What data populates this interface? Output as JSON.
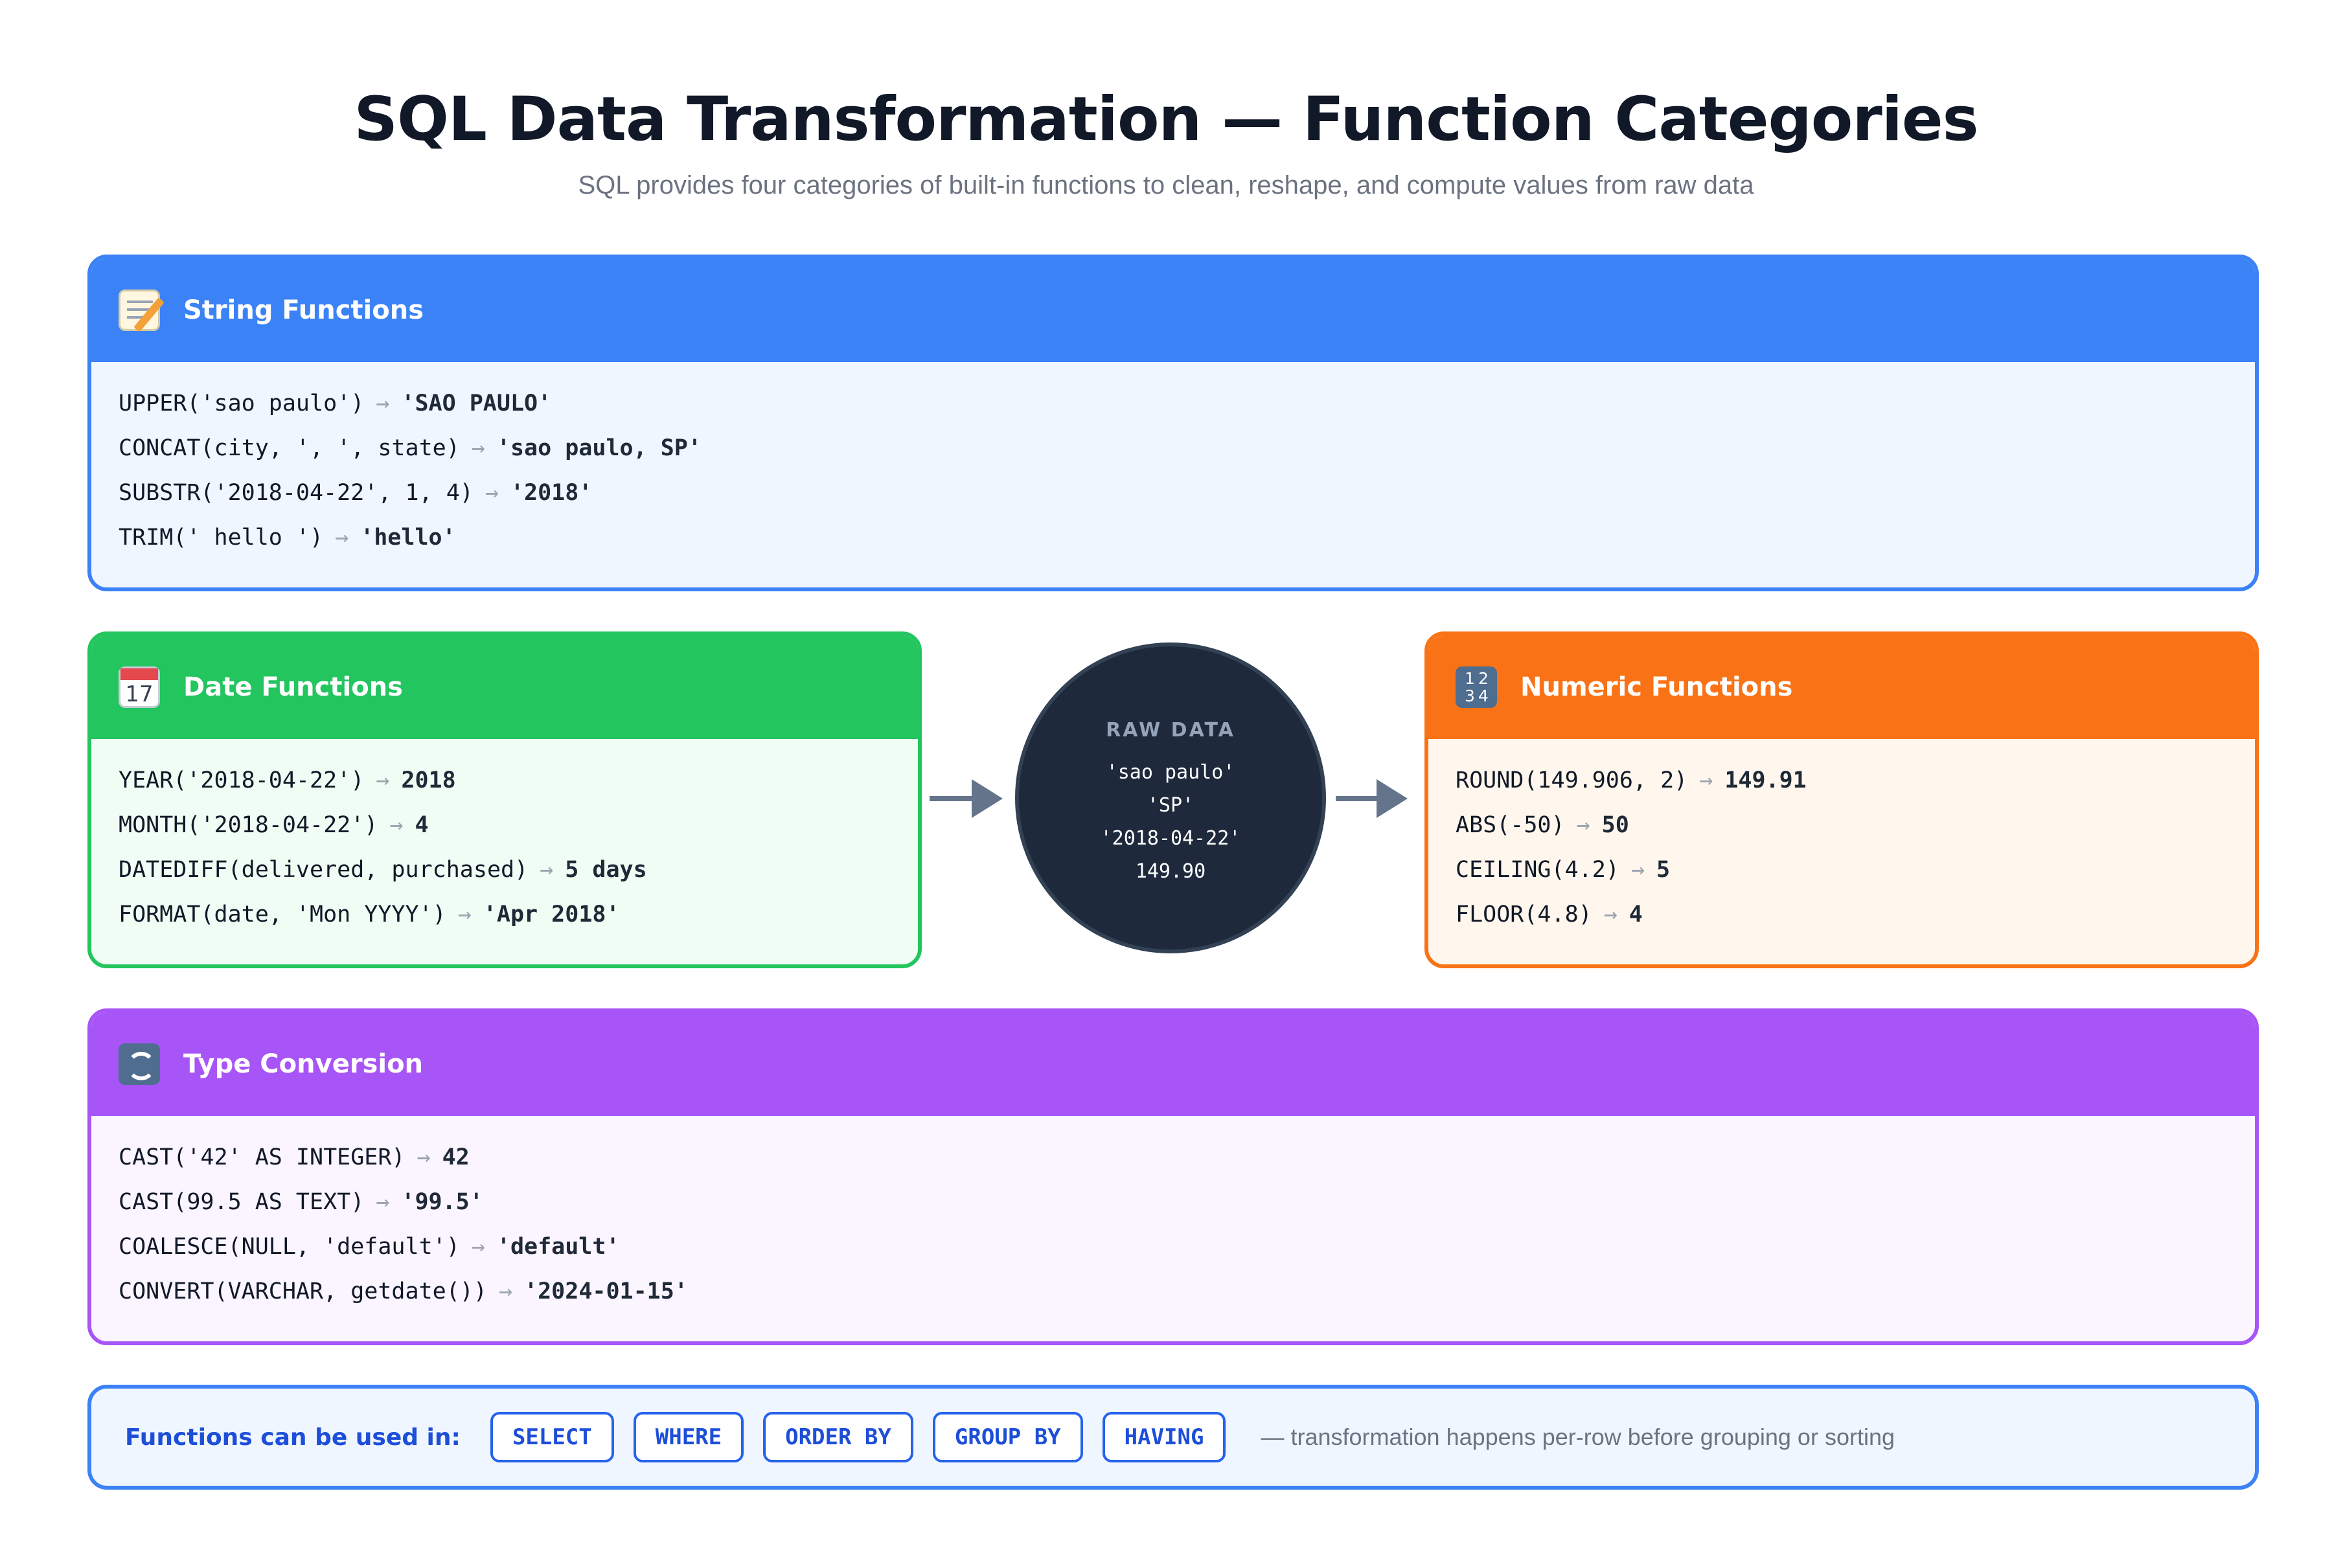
{
  "header": {
    "title": "SQL Data Transformation — Function Categories",
    "subtitle": "SQL provides four categories of built-in functions to clean, reshape, and compute values from raw data"
  },
  "panels": {
    "string": {
      "title": "String Functions",
      "icon": "memo-icon",
      "color": "#3b82f6",
      "background": "#eff6ff",
      "lines": [
        {
          "expr": "UPPER('sao paulo')",
          "result": "'SAO PAULO'"
        },
        {
          "expr": "CONCAT(city, ', ', state)",
          "result": "'sao paulo, SP'"
        },
        {
          "expr": "SUBSTR('2018-04-22', 1, 4)",
          "result": "'2018'"
        },
        {
          "expr": "TRIM(' hello ')",
          "result": "'hello'"
        }
      ]
    },
    "date": {
      "title": "Date Functions",
      "icon": "calendar-icon",
      "icon_text": "17",
      "color": "#22c55e",
      "background": "#f0fdf4",
      "lines": [
        {
          "expr": "YEAR('2018-04-22')",
          "result": "2018"
        },
        {
          "expr": "MONTH('2018-04-22')",
          "result": "4"
        },
        {
          "expr": "DATEDIFF(delivered, purchased)",
          "result": "5 days"
        },
        {
          "expr": "FORMAT(date, 'Mon YYYY')",
          "result": "'Apr 2018'"
        }
      ]
    },
    "numeric": {
      "title": "Numeric Functions",
      "icon": "numbers-icon",
      "icon_text": [
        "1",
        "2",
        "3",
        "4"
      ],
      "color": "#f97316",
      "background": "#fff7ed",
      "lines": [
        {
          "expr": "ROUND(149.906, 2)",
          "result": "149.91"
        },
        {
          "expr": "ABS(-50)",
          "result": "50"
        },
        {
          "expr": "CEILING(4.2)",
          "result": "5"
        },
        {
          "expr": "FLOOR(4.8)",
          "result": "4"
        }
      ]
    },
    "conversion": {
      "title": "Type Conversion",
      "icon": "refresh-icon",
      "color": "#a855f7",
      "background": "#faf5ff",
      "lines": [
        {
          "expr": "CAST('42' AS INTEGER)",
          "result": "42"
        },
        {
          "expr": "CAST(99.5 AS TEXT)",
          "result": "'99.5'"
        },
        {
          "expr": "COALESCE(NULL, 'default')",
          "result": "'default'"
        },
        {
          "expr": "CONVERT(VARCHAR, getdate())",
          "result": "'2024-01-15'"
        }
      ]
    }
  },
  "raw_data": {
    "title": "RAW DATA",
    "values": [
      "'sao paulo'",
      "'SP'",
      "'2018-04-22'",
      "149.90"
    ]
  },
  "arrow_glyph": "→",
  "footer": {
    "label": "Functions can be used in:",
    "keywords": [
      "SELECT",
      "WHERE",
      "ORDER BY",
      "GROUP BY",
      "HAVING"
    ],
    "note": "— transformation happens per-row before grouping or sorting"
  }
}
